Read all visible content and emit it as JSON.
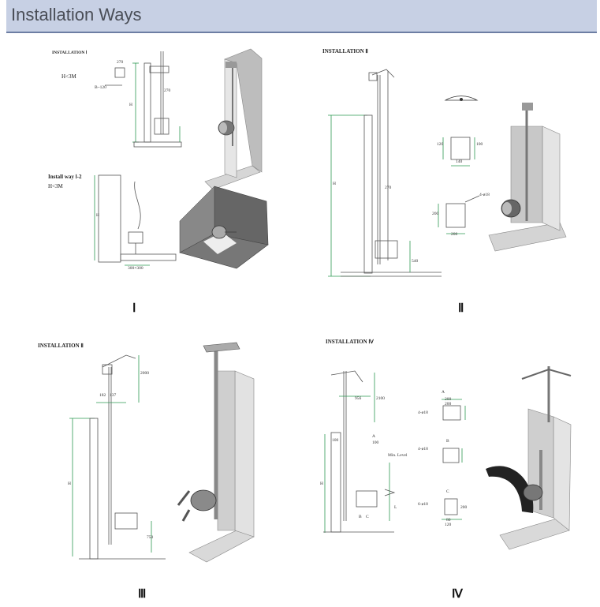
{
  "header": {
    "title": "Installation Ways"
  },
  "panels": {
    "p1": {
      "top_title": "INSTALLATION Ⅰ",
      "top_h": "H<3M",
      "top_dims": [
        "270",
        "B~120",
        "270"
      ],
      "top_hlabel": "H",
      "bottom_title": "Install way Ⅰ-2",
      "bottom_h": "H<3M",
      "bottom_hlabel": "H",
      "bottom_dim": "300×300",
      "roman": "Ⅰ"
    },
    "p2": {
      "title": "INSTALLATION Ⅱ",
      "dims": [
        "H",
        "270",
        "540",
        "120",
        "100",
        "140",
        "4-ø18",
        "200",
        "200"
      ],
      "roman": "Ⅱ"
    },
    "p3": {
      "title": "INSTALLATION Ⅱ",
      "dims": [
        "182",
        "137",
        "2000",
        "H",
        "750"
      ],
      "roman": "Ⅲ"
    },
    "p4": {
      "title": "INSTALLATION Ⅳ",
      "dims": [
        "956",
        "2100",
        "A",
        "100",
        "H",
        "100",
        "B",
        "C",
        "Min. Level",
        "L"
      ],
      "callouts": [
        "A",
        "200",
        "200",
        "4-ø18",
        "B",
        "4-ø18",
        "C",
        "6-ø18",
        "80",
        "120",
        "200"
      ],
      "roman": "Ⅳ"
    }
  }
}
